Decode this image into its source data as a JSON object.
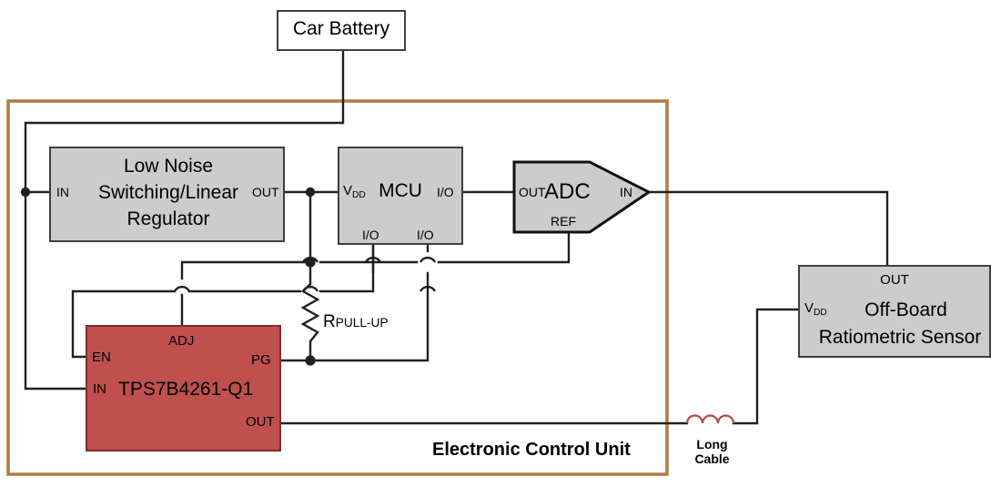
{
  "diagram": {
    "title": "Automotive ECU tracker / ratiometric sensor supply block diagram",
    "colors": {
      "ecu_border": "#B07B3E",
      "block_fill": "#CCCCCC",
      "block_stroke": "#3F3F3F",
      "device_fill": "#C0504D",
      "device_stroke": "#7F2F2C",
      "wire": "#231F20",
      "coil": "#B34A3F",
      "background": "#FFFFFF"
    },
    "blocks": {
      "car_battery": {
        "label": "Car Battery"
      },
      "regulator": {
        "line1": "Low Noise",
        "line2": "Switching/Linear",
        "line3": "Regulator",
        "pin_in": "IN",
        "pin_out": "OUT"
      },
      "mcu": {
        "label": "MCU",
        "pin_vdd": "V",
        "pin_vdd_sub": "DD",
        "pin_io_right": "I/O",
        "pin_io_bottom_left": "I/O",
        "pin_io_bottom_right": "I/O"
      },
      "adc": {
        "label": "ADC",
        "pin_out": "OUT",
        "pin_in": "IN",
        "pin_ref": "REF"
      },
      "tps": {
        "label": "TPS7B4261-Q1",
        "pin_adj": "ADJ",
        "pin_en": "EN",
        "pin_in": "IN",
        "pin_pg": "PG",
        "pin_out": "OUT"
      },
      "sensor": {
        "line1": "Off-Board",
        "line2": "Ratiometric Sensor",
        "pin_out": "OUT",
        "pin_vdd": "V",
        "pin_vdd_sub": "DD"
      },
      "resistor": {
        "label": "R",
        "label_sub": "PULL-UP"
      },
      "cable": {
        "line1": "Long",
        "line2": "Cable"
      },
      "ecu": {
        "label": "Electronic Control Unit"
      }
    }
  }
}
